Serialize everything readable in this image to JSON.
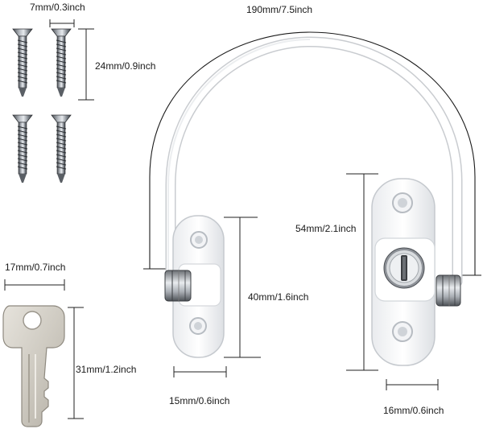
{
  "measurements": {
    "cable_length": "190mm/7.5inch",
    "screw_head_width": "7mm/0.3inch",
    "screw_length": "24mm/0.9inch",
    "key_width": "17mm/0.7inch",
    "key_length": "31mm/1.2inch",
    "small_lock_height": "40mm/1.6inch",
    "small_lock_width": "15mm/0.6inch",
    "large_lock_height": "54mm/2.1inch",
    "large_lock_width": "16mm/0.6inch"
  }
}
